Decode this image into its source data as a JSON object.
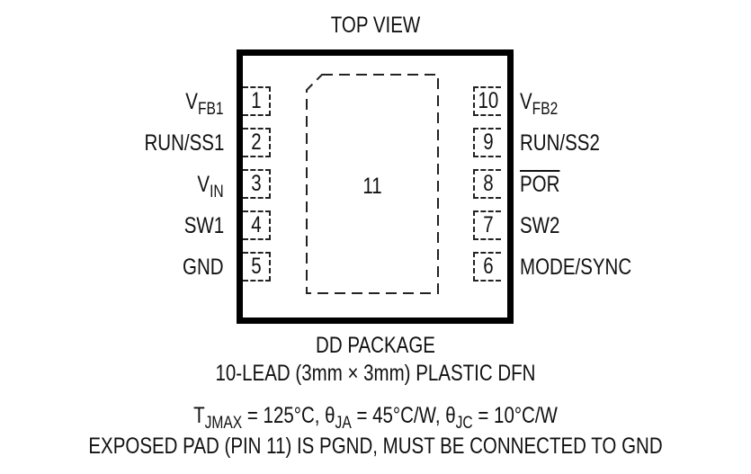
{
  "title": "TOP VIEW",
  "package": {
    "exposed_pad_number": "11",
    "left_pins": [
      {
        "number": "1",
        "name": "V",
        "sub": "FB1"
      },
      {
        "number": "2",
        "name": "RUN/SS1",
        "sub": ""
      },
      {
        "number": "3",
        "name": "V",
        "sub": "IN"
      },
      {
        "number": "4",
        "name": "SW1",
        "sub": ""
      },
      {
        "number": "5",
        "name": "GND",
        "sub": ""
      }
    ],
    "right_pins": [
      {
        "number": "10",
        "name": "V",
        "sub": "FB2"
      },
      {
        "number": "9",
        "name": "RUN/SS2",
        "sub": ""
      },
      {
        "number": "8",
        "name": "POR",
        "sub": "",
        "overline": true
      },
      {
        "number": "7",
        "name": "SW2",
        "sub": ""
      },
      {
        "number": "6",
        "name": "MODE/SYNC",
        "sub": ""
      }
    ]
  },
  "caption": {
    "line1": "DD PACKAGE",
    "line2": "10-LEAD (3mm × 3mm) PLASTIC DFN",
    "thermal": {
      "t": "T",
      "t_sub": "JMAX",
      "t_val": " = 125°C, θ",
      "ja_sub": "JA",
      "ja_val": " = 45°C/W, θ",
      "jc_sub": "JC",
      "jc_val": " = 10°C/W"
    },
    "line4": "EXPOSED PAD (PIN 11) IS PGND, MUST BE CONNECTED TO GND"
  }
}
